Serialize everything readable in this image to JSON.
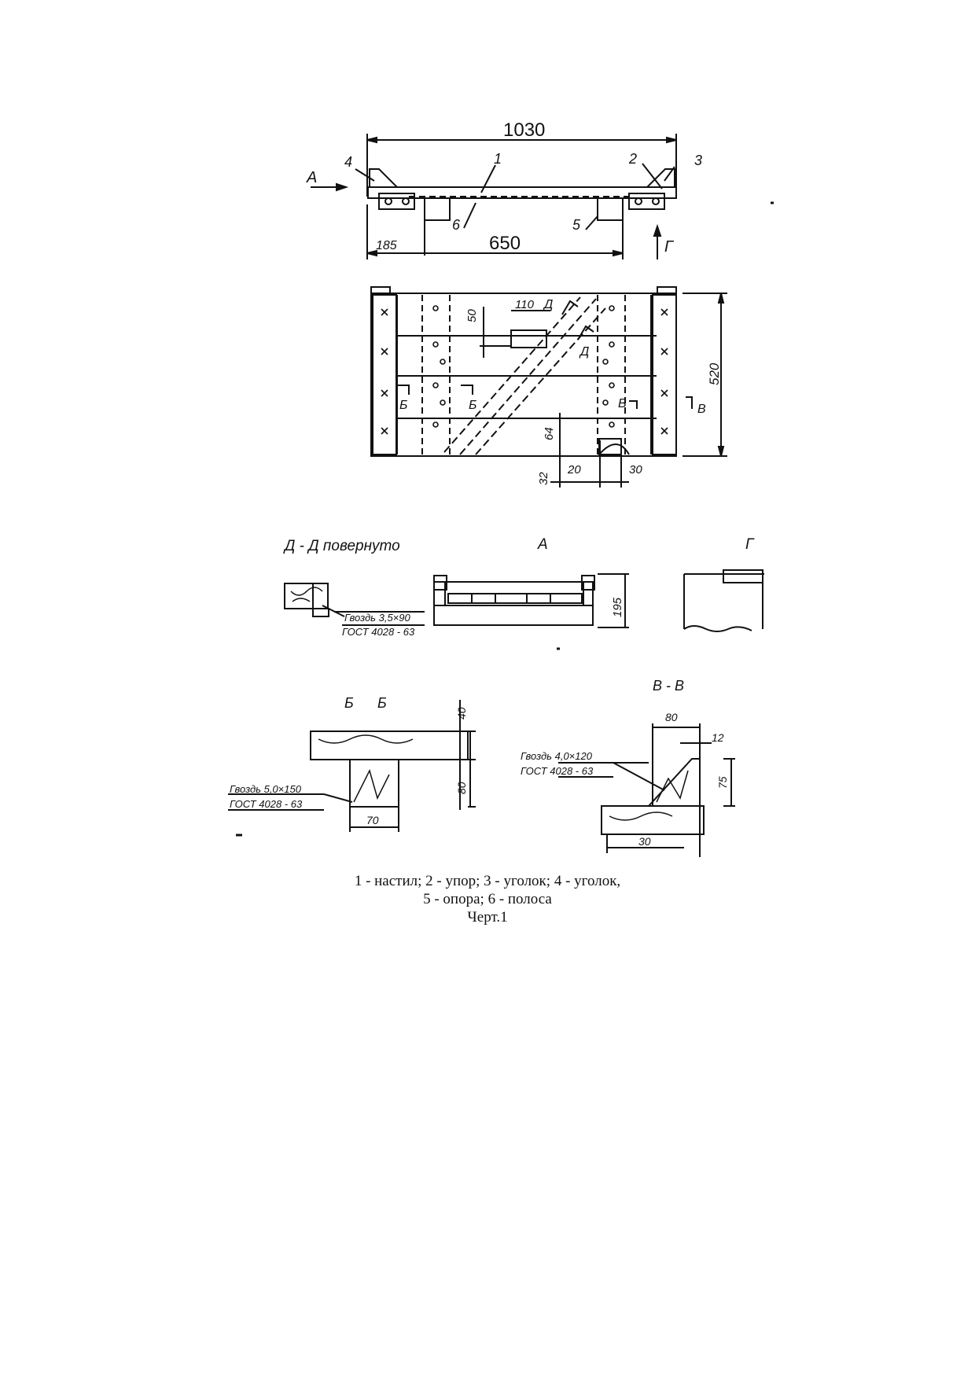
{
  "top_view": {
    "dim_overall": "1030",
    "dim_left": "185",
    "dim_span": "650",
    "view_arrow_a": "А",
    "view_arrow_g": "Г",
    "callouts": {
      "c1": "1",
      "c2": "2",
      "c3": "3",
      "c4": "4",
      "c5": "5",
      "c6": "6"
    }
  },
  "plan_view": {
    "dim_height": "520",
    "dim_50": "50",
    "dim_110": "110",
    "section_d": "Д",
    "section_b": "Б",
    "section_v": "В",
    "dim_64": "64",
    "dim_32": "32",
    "dim_20": "20",
    "dim_30": "30"
  },
  "section_dd": {
    "title": "Д - Д повернуто",
    "nail_spec": "Гвоздь 3,5×90",
    "standard": "ГОСТ 4028 - 63"
  },
  "view_a": {
    "title": "А",
    "dim_height": "195"
  },
  "view_g": {
    "title": "Г"
  },
  "section_bb": {
    "title_left": "Б",
    "title_right": "Б",
    "dim_40": "40",
    "dim_80": "80",
    "dim_70": "70",
    "nail_spec": "Гвоздь 5,0×150",
    "standard": "ГОСТ 4028 - 63"
  },
  "section_vv": {
    "title": "В - В",
    "dim_80": "80",
    "dim_12": "12",
    "dim_75": "75",
    "dim_30": "30",
    "nail_spec": "Гвоздь 4,0×120",
    "standard": "ГОСТ 4028 - 63"
  },
  "caption": {
    "line1": "1 - настил; 2 - упор; 3 - уголок; 4 - уголок,",
    "line2": "5 - опора; 6 - полоса",
    "line3": "Черт.1"
  }
}
